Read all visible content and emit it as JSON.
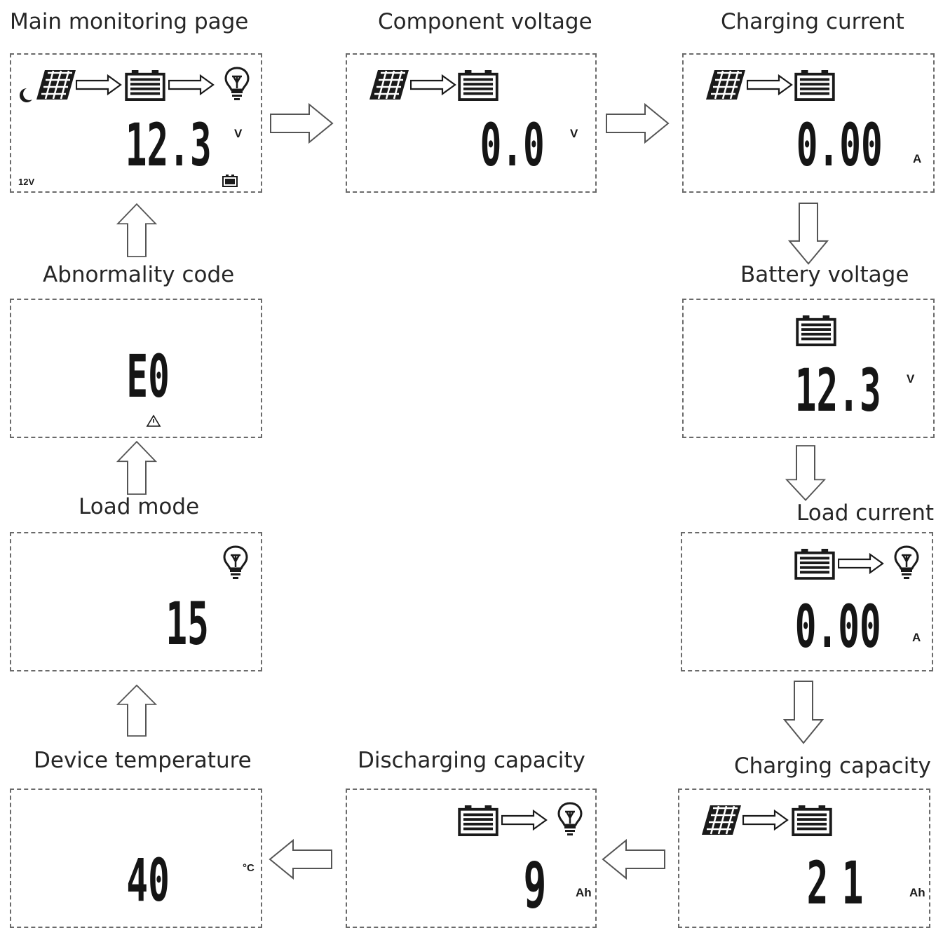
{
  "screens": {
    "main": {
      "title": "Main monitoring page",
      "value": "12.3",
      "unit": "V",
      "system_voltage": "12V"
    },
    "component_voltage": {
      "title": "Component voltage",
      "value": "0.0",
      "unit": "V"
    },
    "charging_current": {
      "title": "Charging current",
      "value": "0.00",
      "unit": "A"
    },
    "battery_voltage": {
      "title": "Battery voltage",
      "value": "12.3",
      "unit": "V"
    },
    "load_current": {
      "title": "Load current",
      "value": "0.00",
      "unit": "A"
    },
    "charging_capacity": {
      "title": "Charging capacity",
      "value": "21",
      "unit": "Ah"
    },
    "discharging_capacity": {
      "title": "Discharging capacity",
      "value": "9",
      "unit": "Ah"
    },
    "device_temperature": {
      "title": "Device temperature",
      "value": "40",
      "unit": "°C"
    },
    "load_mode": {
      "title": "Load mode",
      "value": "15"
    },
    "abnormality_code": {
      "title": "Abnormality code",
      "value": "E0"
    }
  },
  "icons": [
    "moon-icon",
    "solar-panel-icon",
    "flow-arrow-icon",
    "battery-icon",
    "bulb-icon",
    "warning-icon",
    "battery-level-icon"
  ]
}
